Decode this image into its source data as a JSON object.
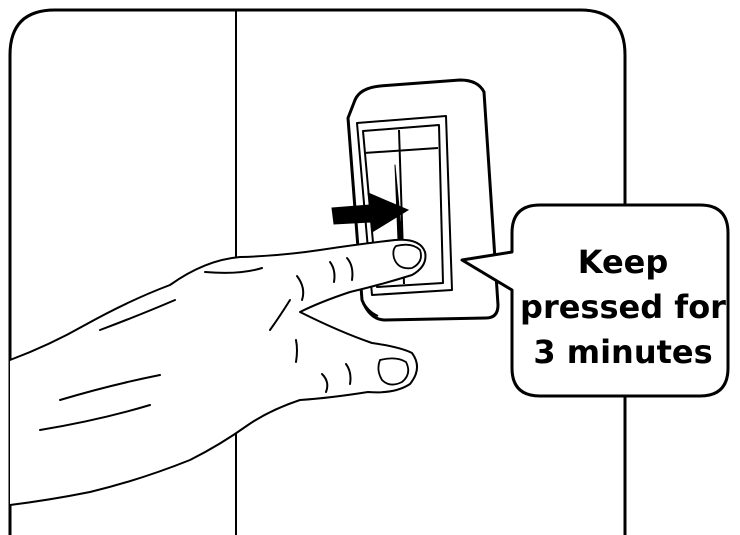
{
  "callout": {
    "lines": [
      "Keep",
      "pressed for",
      "3 minutes"
    ]
  },
  "colors": {
    "line": "#000000",
    "background": "#ffffff",
    "arrow": "#000000"
  },
  "icons": [
    "right-arrow-icon",
    "hand-icon",
    "wall-switch-icon"
  ]
}
